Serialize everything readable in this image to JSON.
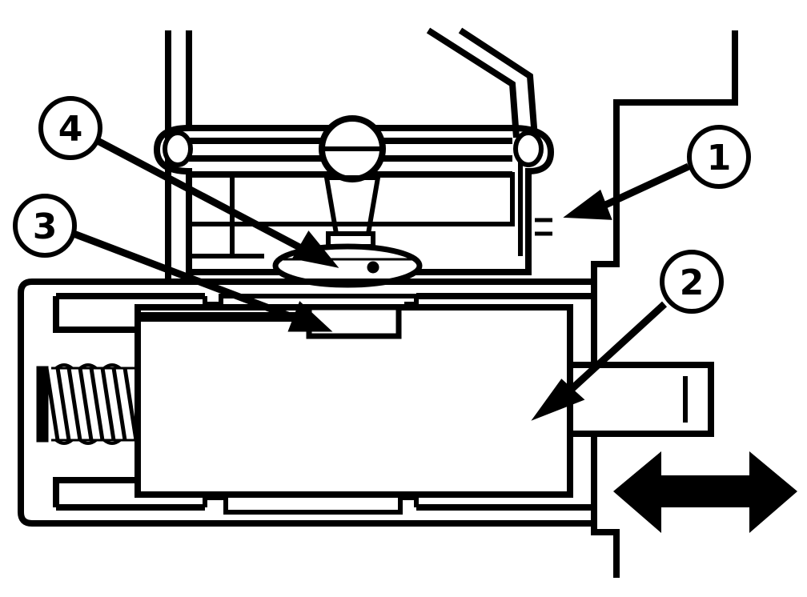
{
  "diagram": {
    "callouts": [
      {
        "id": "callout-1",
        "label": "1"
      },
      {
        "id": "callout-2",
        "label": "2"
      },
      {
        "id": "callout-3",
        "label": "3"
      },
      {
        "id": "callout-4",
        "label": "4"
      }
    ],
    "colors": {
      "ink": "#000000",
      "paper": "#ffffff"
    },
    "icons": {
      "direction": "double-arrow-icon",
      "spring": "spring-coil-icon"
    }
  }
}
